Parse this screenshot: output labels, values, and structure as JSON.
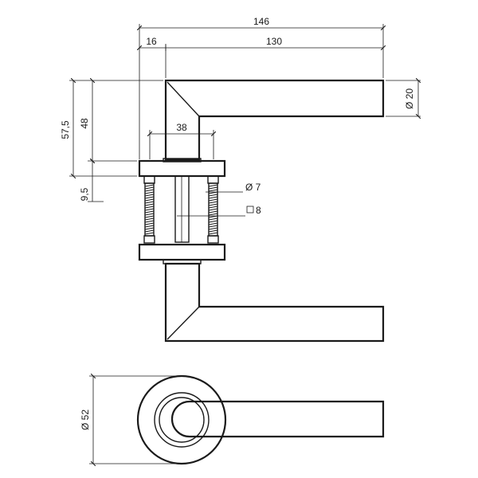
{
  "drawing": {
    "dimensions": {
      "overall_length": "146",
      "rose_offset": "16",
      "lever_length": "130",
      "lever_diameter": "Ø 20",
      "overall_height": "57,5",
      "lever_height": "48",
      "rose_thickness": "9,5",
      "screw_spacing": "38",
      "screw_diameter": "Ø 7",
      "spindle_square": "8",
      "rose_diameter": "Ø 52"
    }
  }
}
